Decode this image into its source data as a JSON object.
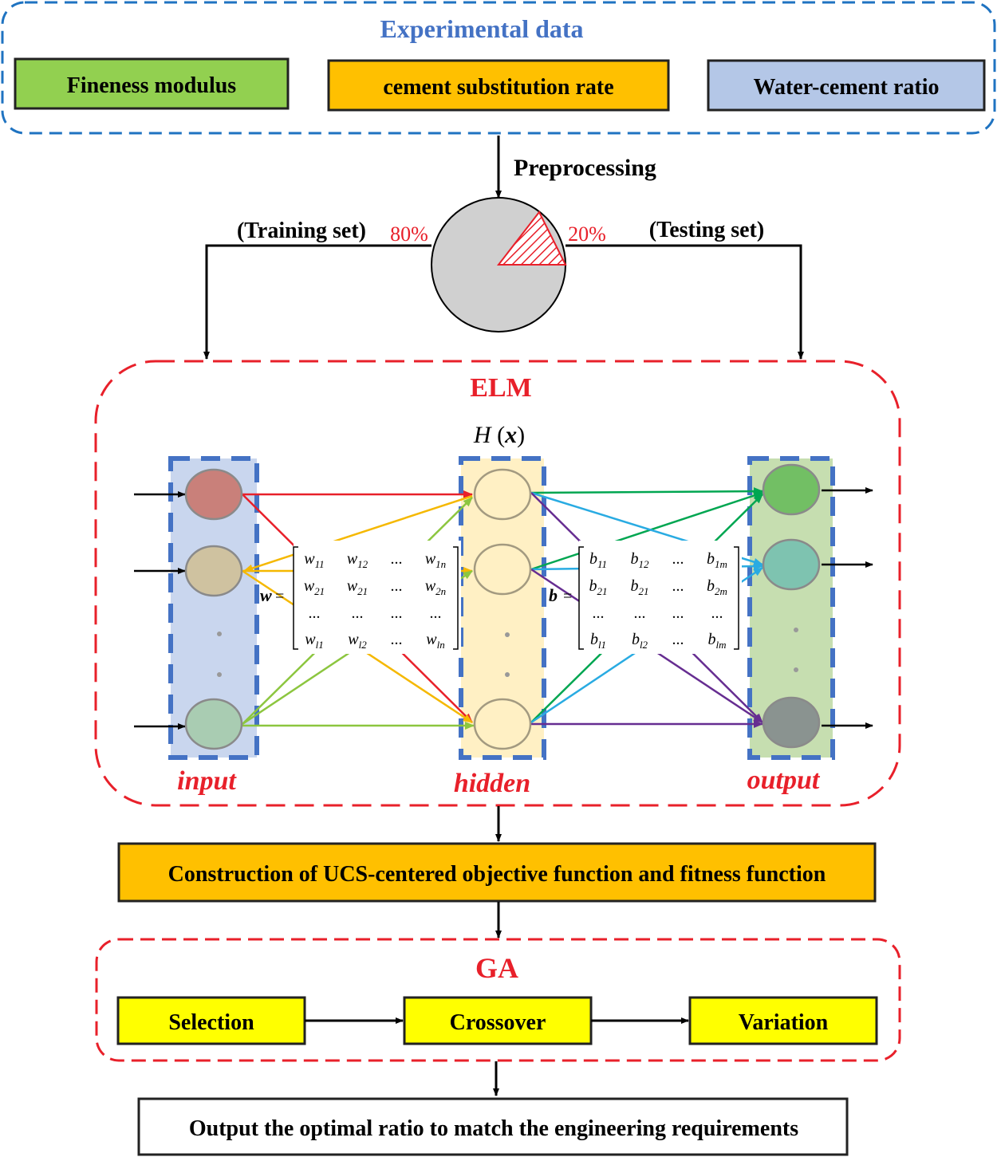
{
  "experimental": {
    "title": "Experimental data",
    "inputs": [
      "Fineness modulus",
      "cement substitution rate",
      "Water-cement ratio"
    ]
  },
  "preprocessing": {
    "label": "Preprocessing",
    "training_label": "(Training set)",
    "training_pct": "80%",
    "testing_label": "(Testing set)",
    "testing_pct": "20%"
  },
  "elm": {
    "title": "ELM",
    "hidden_fn": "H",
    "hidden_fn_arg": "x",
    "layers": {
      "input": "input",
      "hidden": "hidden",
      "output": "output"
    },
    "w_matrix": {
      "symbol": "w",
      "rows": [
        [
          "w11",
          "w12",
          "...",
          "w1n"
        ],
        [
          "w21",
          "w21",
          "...",
          "w2n"
        ],
        [
          "...",
          "...",
          "...",
          "..."
        ],
        [
          "wl1",
          "wl2",
          "...",
          "wln"
        ]
      ]
    },
    "b_matrix": {
      "symbol": "b",
      "rows": [
        [
          "b11",
          "b12",
          "...",
          "b1m"
        ],
        [
          "b21",
          "b21",
          "...",
          "b2m"
        ],
        [
          "...",
          "...",
          "...",
          "..."
        ],
        [
          "bl1",
          "bl2",
          "...",
          "blm"
        ]
      ]
    }
  },
  "objective": {
    "label": "Construction of UCS-centered objective function and fitness function"
  },
  "ga": {
    "title": "GA",
    "steps": [
      "Selection",
      "Crossover",
      "Variation"
    ]
  },
  "final": {
    "label": "Output the optimal ratio to match the engineering requirements"
  },
  "colors": {
    "blue_dash": "#1f73c1",
    "red_dash": "#e8202a",
    "title_blue": "#4472c4",
    "green_box": "#92d050",
    "orange_box": "#ffc000",
    "lightblue_box": "#b4c7e7",
    "yellow_box": "#ffff00",
    "pie_gray": "#d0d0d0"
  }
}
